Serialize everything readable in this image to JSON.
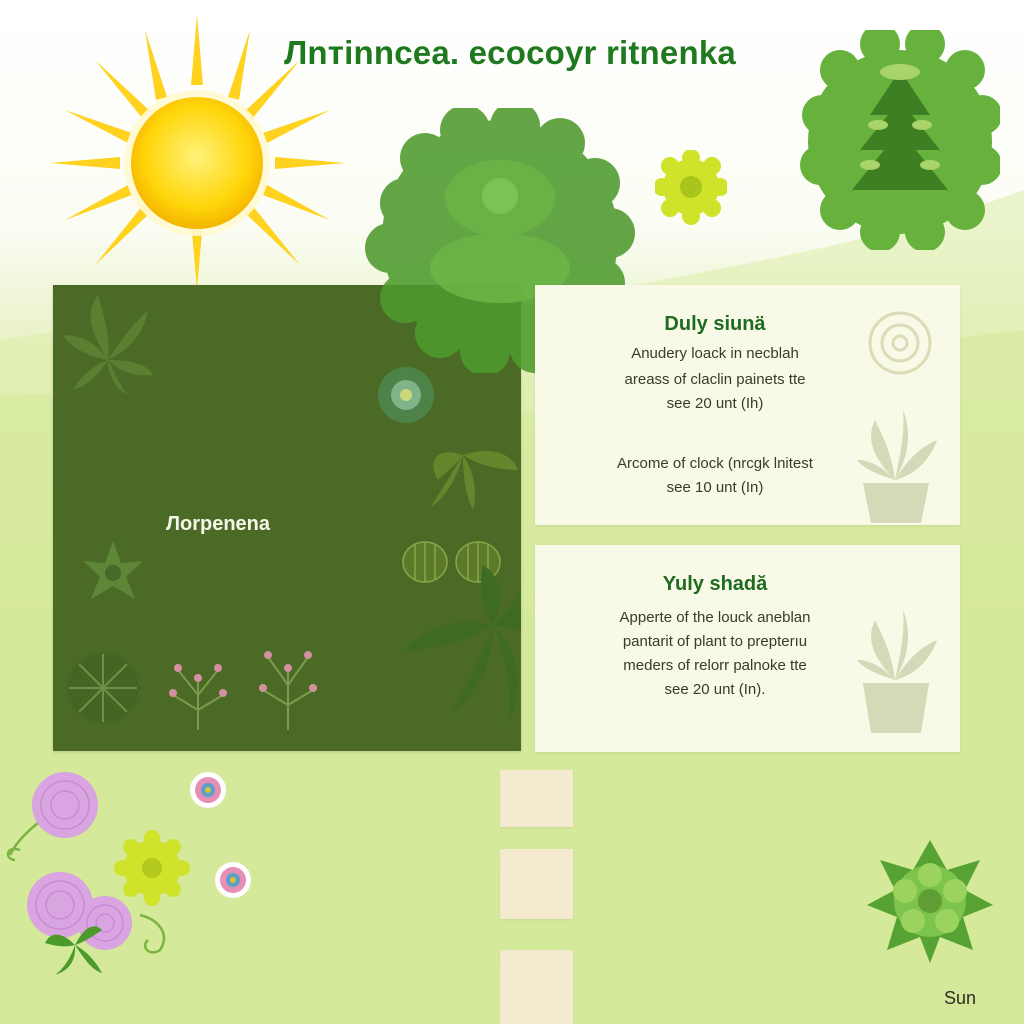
{
  "title": "Лnтinncea. ecocoyr ritnenka",
  "main_panel": {
    "label": "Лorpenena"
  },
  "cards": [
    {
      "title": "Duly siunä",
      "lines": [
        "Anudery loack in necblah",
        "areass of claclin painets tte",
        "see 20 unt (Ih)",
        "",
        "Arcome of clock (nrcgk lnitest",
        "see 10 unt (In)"
      ]
    },
    {
      "title": "Yuly shadă",
      "lines": [
        "Apperte of the louck aneblan",
        "pantarit of plant to prepterıu",
        "meders of relorr palnoke tte",
        "see 20 unt (In)."
      ]
    }
  ],
  "corner_label": "Sun",
  "icons": {
    "sun": "sun-icon",
    "tree": "tree-icon",
    "bush": "bush-icon",
    "potted_plant": "potted-plant-icon",
    "flower": "flower-icon",
    "succulent": "succulent-icon"
  },
  "colors": {
    "title_green": "#1f7a1f",
    "panel_dark_green": "#4b6a26",
    "card_background": "#f8f9e6",
    "sun_yellow": "#ffd400",
    "lawn_green": "#d6e99a",
    "bush_green": "#5fa83a",
    "path_stone": "#f3ead0",
    "blossom_pink": "#d8a5e0"
  }
}
